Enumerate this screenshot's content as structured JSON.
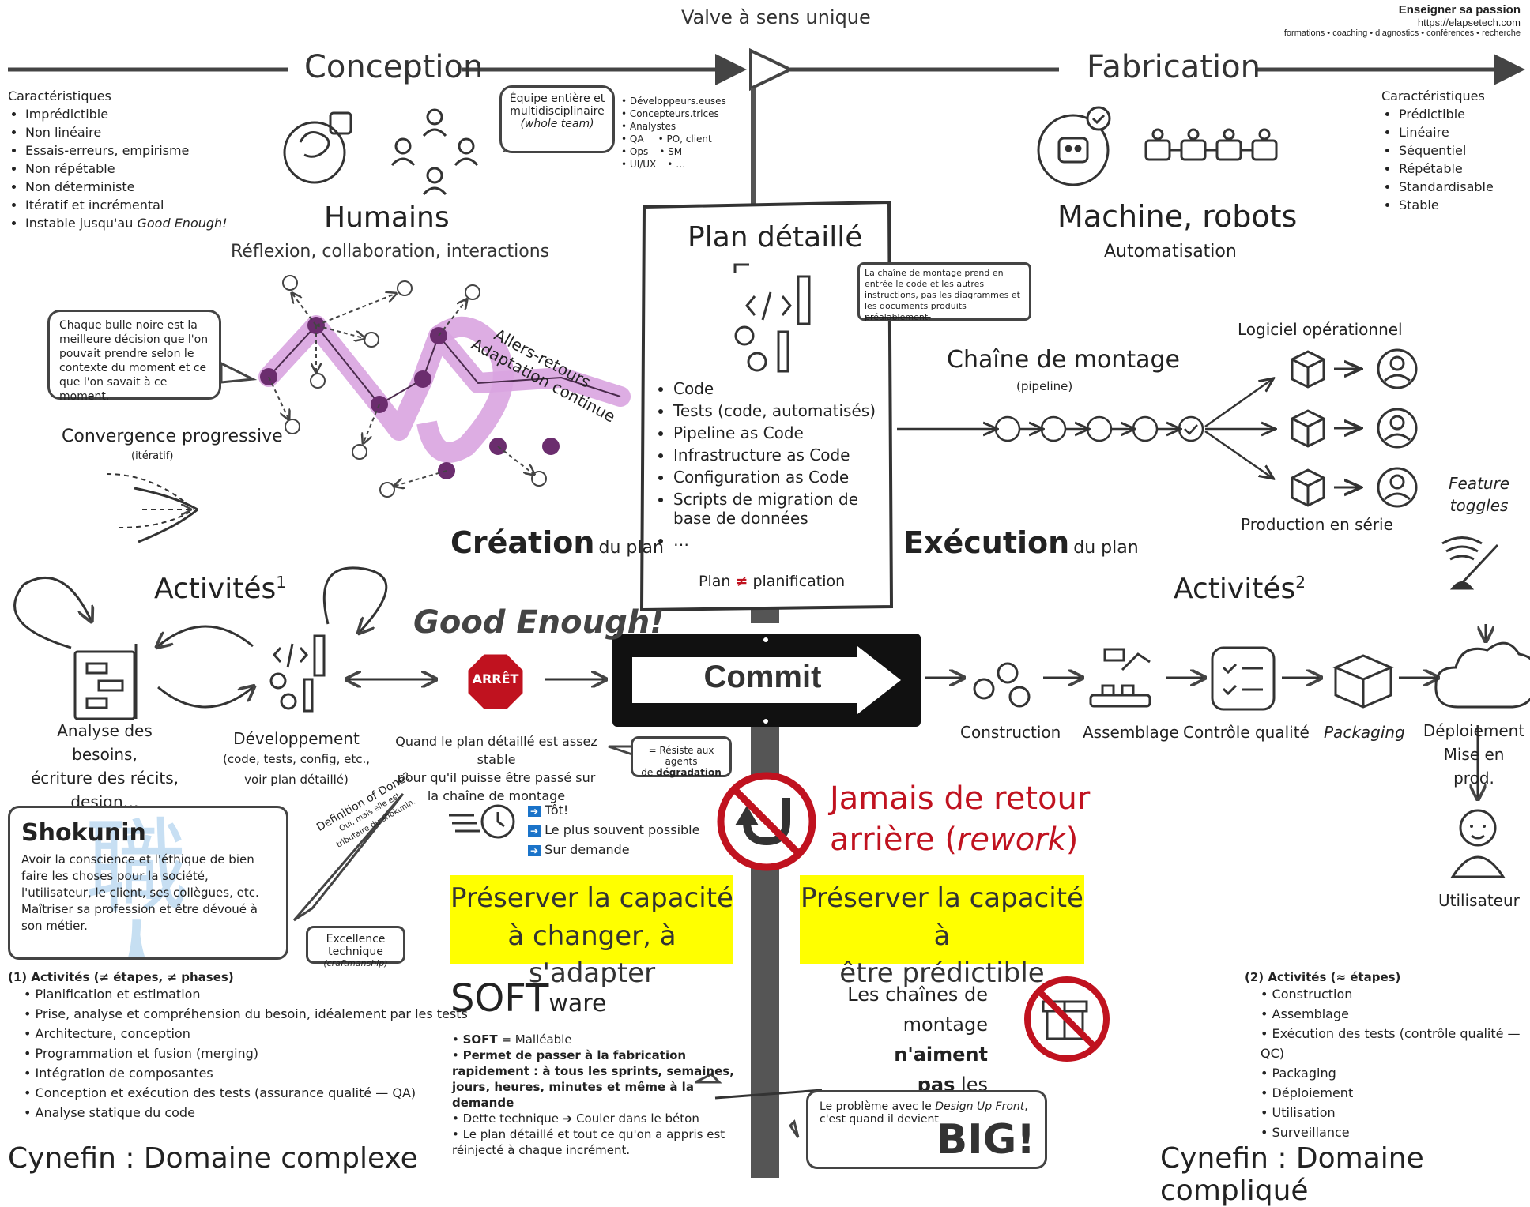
{
  "brand": {
    "title": "Enseigner sa passion",
    "url": "https://elapsetech.com",
    "tagline": "formations • coaching • diagnostics • conférences • recherche"
  },
  "top": {
    "valve": "Valve à sens unique",
    "conception": "Conception",
    "fabrication": "Fabrication"
  },
  "left_characteristics": {
    "title": "Caractéristiques",
    "items": [
      "Imprédictible",
      "Non linéaire",
      "Essais-erreurs, empirisme",
      "Non répétable",
      "Non déterministe",
      "Itératif et incrémental",
      "Instable jusqu'au"
    ],
    "last_italic": "Good Enough!"
  },
  "right_characteristics": {
    "title": "Caractéristiques",
    "items": [
      "Prédictible",
      "Linéaire",
      "Séquentiel",
      "Répétable",
      "Standardisable",
      "Stable"
    ]
  },
  "team_bubble": {
    "line1": "Équipe entière et",
    "line2": "multidisciplinaire",
    "line3": "(whole team)"
  },
  "roles": [
    "Développeurs.euses",
    "Concepteurs.trices",
    "Analystes",
    "QA",
    "PO, client",
    "Ops",
    "SM",
    "UI/UX",
    "…"
  ],
  "humans": {
    "title": "Humains",
    "subtitle": "Réflexion, collaboration, interactions"
  },
  "machines": {
    "title": "Machine, robots",
    "subtitle": "Automatisation"
  },
  "plan": {
    "title": "Plan détaillé",
    "items": [
      "Code",
      "Tests (code, automatisés)",
      "Pipeline as Code",
      "Infrastructure as Code",
      "Configuration as Code",
      "Scripts de migration de base de données",
      "…"
    ],
    "footer_a": "Plan",
    "footer_neq": "≠",
    "footer_b": "planification"
  },
  "pipeline_bubble": {
    "text": "La chaîne de montage prend en entrée le code et les autres instructions,",
    "strike": "pas les diagrammes et les documents produits préalablement."
  },
  "pipeline": {
    "title": "Chaîne de montage",
    "sub": "(pipeline)"
  },
  "software_out": {
    "title": "Logiciel opérationnel",
    "production": "Production en série",
    "feature": "Feature",
    "toggles": "toggles"
  },
  "black_bubble": {
    "text": "Chaque bulle noire est la meilleure décision que l'on pouvait prendre selon le contexte du moment et ce que l'on savait à ce moment."
  },
  "allers": {
    "line1": "Allers-retours",
    "line2": "Adaptation continue"
  },
  "convergence": {
    "title": "Convergence progressive",
    "sub": "(itératif)"
  },
  "creation": {
    "bold": "Création",
    "rest": "du plan"
  },
  "execution": {
    "bold": "Exécution",
    "rest": "du plan"
  },
  "activities_left": {
    "title": "Activités",
    "sup": "1"
  },
  "activities_right": {
    "title": "Activités",
    "sup": "2"
  },
  "good_enough": "Good Enough!",
  "stop": "ARRÊT",
  "commit": "Commit",
  "analysis": {
    "l1": "Analyse des besoins,",
    "l2": "écriture des récits,",
    "l3": "design…"
  },
  "dev": {
    "l1": "Développement",
    "l2": "(code, tests, config, etc.,",
    "l3": "voir plan détaillé)"
  },
  "stable_text": {
    "l1": "Quand le plan détaillé est assez stable",
    "l2": "pour qu'il puisse être passé sur",
    "l3": "la chaîne de montage"
  },
  "resist": {
    "l1": "= Résiste aux agents",
    "l2a": "de",
    "l2b": "dégradation"
  },
  "stages": [
    "Construction",
    "Assemblage",
    "Contrôle qualité",
    "Packaging"
  ],
  "deploy": {
    "l1": "Déploiement",
    "l2": "Mise en prod."
  },
  "user": "Utilisateur",
  "shokunin": {
    "title": "Shokunin",
    "kanji": "職人",
    "text": "Avoir la conscience et l'éthique de bien faire les choses pour la société, l'utilisateur, le client, ses collègues, etc. Maîtriser sa profession et être dévoué à son métier."
  },
  "dod": {
    "l1": "Definition of Done?",
    "l2": "Oui, mais elle est",
    "l3": "tributaire du shokunin."
  },
  "excellence": {
    "l1": "Excellence technique",
    "l2": "(craftmanship)"
  },
  "timing": [
    "Tôt!",
    "Le plus souvent possible",
    "Sur demande"
  ],
  "never": {
    "l1": "Jamais de retour",
    "l2a": "arrière (",
    "l2b": "rework",
    ")": ")"
  },
  "preserve_left": {
    "l1": "Préserver la capacité",
    "l2": "à changer, à s'adapter"
  },
  "preserve_right": {
    "l1": "Préserver la capacité à",
    "l2": "être prédictible"
  },
  "software": {
    "title": "SOFT",
    "title2": "ware",
    "items": [
      {
        "b": "SOFT",
        "t": " = Malléable"
      },
      {
        "b": "Permet de passer à la fabrication rapidement : à tous les sprints, semaines, jours, heures, minutes et même à la demande",
        "t": ""
      },
      {
        "b": "",
        "t": "Dette technique ➔ Couler dans le béton"
      },
      {
        "b": "",
        "t": "Le plan détaillé et tout ce qu'on a appris est réinjecté à chaque incrément."
      }
    ]
  },
  "surprises": {
    "l1": "Les chaînes de",
    "l2a": "montage ",
    "l2b": "n'aiment",
    "l3a": "pas",
    "l3b": " les surprises!!!"
  },
  "bduf": {
    "l1a": "Le problème avec le ",
    "l1b": "Design Up Front",
    "l1c": ",",
    "l2": "c'est quand il devient",
    "big": "BIG!"
  },
  "notes_left": {
    "title": "(1) Activités (≠ étapes, ≠ phases)",
    "items": [
      "Planification et estimation",
      "Prise, analyse et compréhension du besoin, idéalement par les tests",
      "Architecture, conception",
      "Programmation et fusion (merging)",
      "Intégration de composantes",
      "Conception et exécution des tests (assurance qualité — QA)",
      "Analyse statique du code"
    ]
  },
  "notes_right": {
    "title": "(2) Activités (≈ étapes)",
    "items": [
      "Construction",
      "Assemblage",
      "Exécution des tests (contrôle qualité — QC)",
      "Packaging",
      "Déploiement",
      "Utilisation",
      "Surveillance"
    ]
  },
  "cynefin_left": "Cynefin : Domaine complexe",
  "cynefin_right": "Cynefin : Domaine compliqué",
  "colors": {
    "purple": "#d9a4e0",
    "dot": "#6b2d6e",
    "red": "#c0121f",
    "yellow": "#ffff00"
  }
}
